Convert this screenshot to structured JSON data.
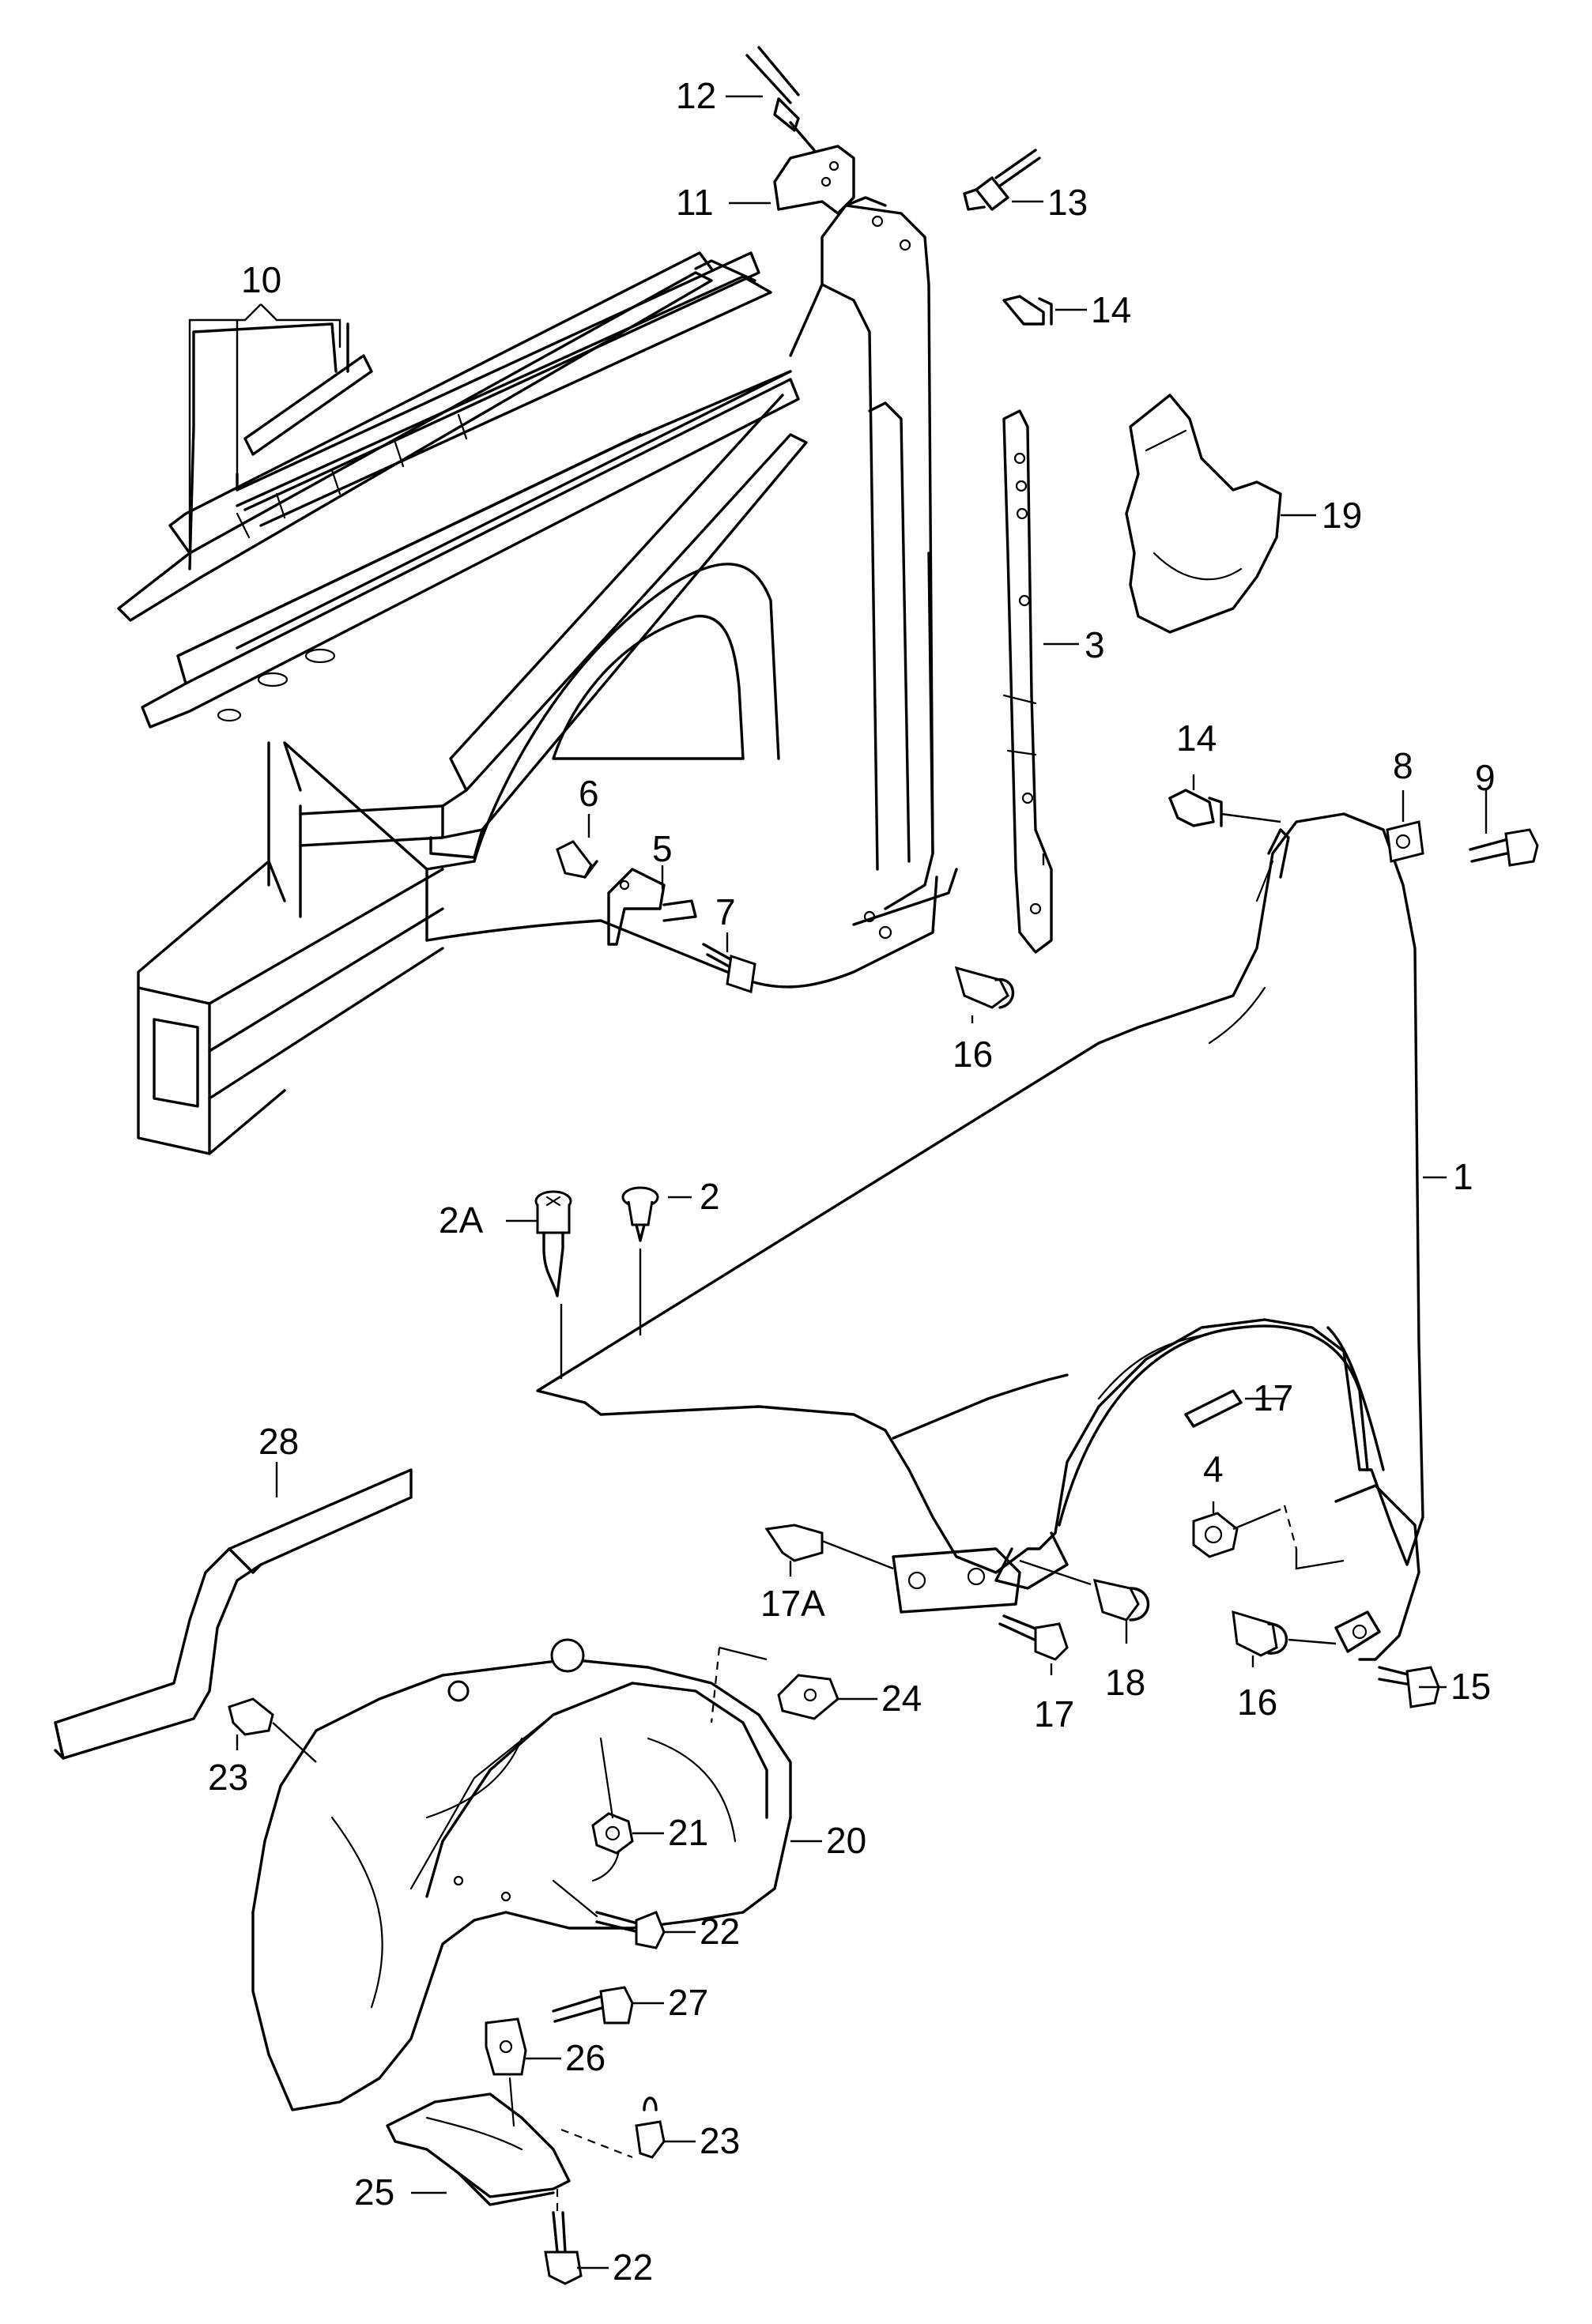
{
  "labels": {
    "p1": "1",
    "p2": "2",
    "p2a": "2A",
    "p3": "3",
    "p4": "4",
    "p5": "5",
    "p6": "6",
    "p7": "7",
    "p8": "8",
    "p9": "9",
    "p10": "10",
    "p11": "11",
    "p12": "12",
    "p13": "13",
    "p14a": "14",
    "p14b": "14",
    "p15": "15",
    "p16a": "16",
    "p16b": "16",
    "p17a": "17",
    "p17b": "17",
    "p17A": "17A",
    "p18": "18",
    "p19": "19",
    "p20": "20",
    "p21": "21",
    "p22a": "22",
    "p22b": "22",
    "p23a": "23",
    "p23b": "23",
    "p24": "24",
    "p25": "25",
    "p26": "26",
    "p27": "27",
    "p28": "28"
  }
}
